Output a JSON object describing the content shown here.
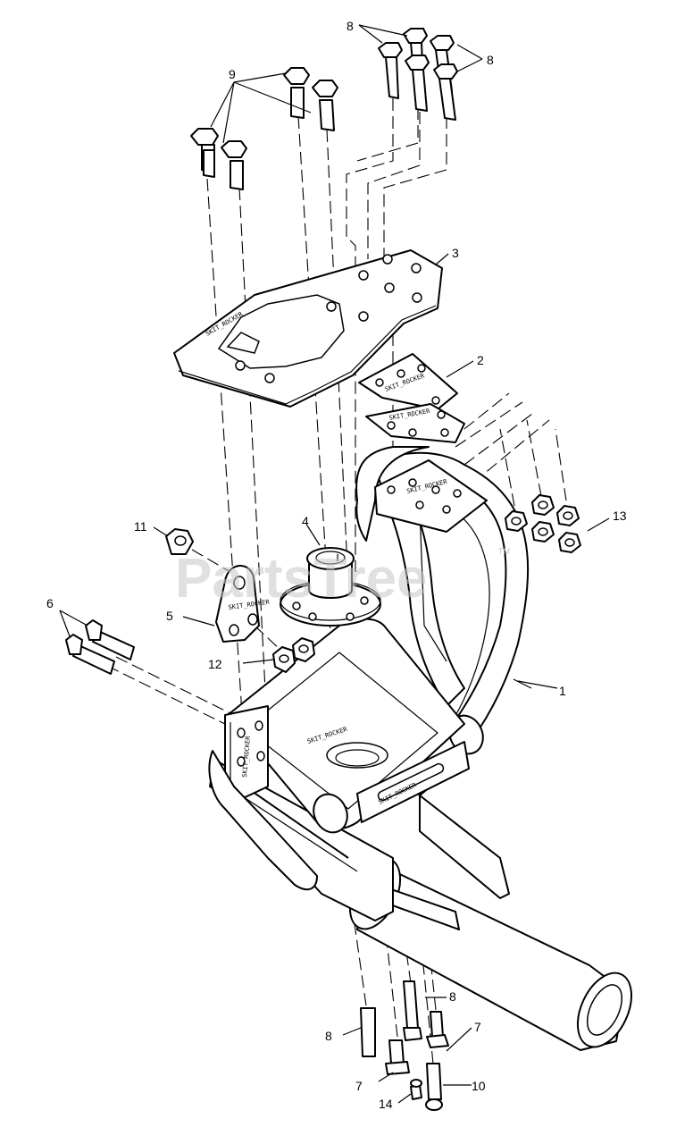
{
  "watermark": {
    "text": "PartsTree",
    "trademark": "TM"
  },
  "stamp_text": "SKIT_ROCKER",
  "callouts": [
    {
      "id": "c1",
      "label": "1"
    },
    {
      "id": "c2",
      "label": "2"
    },
    {
      "id": "c3",
      "label": "3"
    },
    {
      "id": "c4",
      "label": "4"
    },
    {
      "id": "c5",
      "label": "5"
    },
    {
      "id": "c6",
      "label": "6"
    },
    {
      "id": "c7a",
      "label": "7"
    },
    {
      "id": "c7b",
      "label": "7"
    },
    {
      "id": "c8a",
      "label": "8"
    },
    {
      "id": "c8b",
      "label": "8"
    },
    {
      "id": "c8c",
      "label": "8"
    },
    {
      "id": "c8d",
      "label": "8"
    },
    {
      "id": "c9",
      "label": "9"
    },
    {
      "id": "c10",
      "label": "10"
    },
    {
      "id": "c11",
      "label": "11"
    },
    {
      "id": "c12",
      "label": "12"
    },
    {
      "id": "c13",
      "label": "13"
    },
    {
      "id": "c14",
      "label": "14"
    }
  ]
}
